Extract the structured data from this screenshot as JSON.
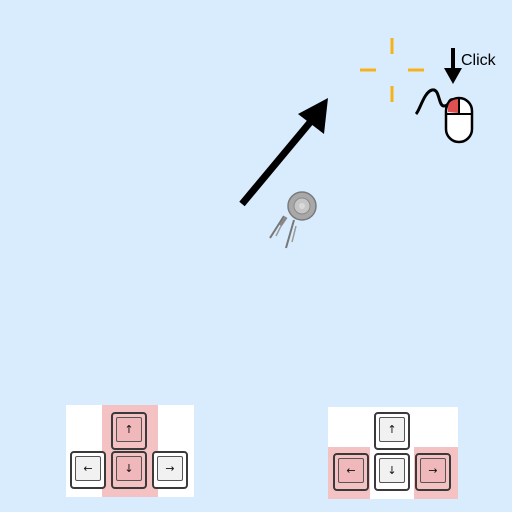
{
  "scene": {
    "background": "#d8ecfe"
  },
  "hint": {
    "click_label": "Click",
    "mouse_accent": "#e05050",
    "crosshair_color": "#f6b21b"
  },
  "keys": {
    "left_cluster": {
      "up": "↑",
      "left": "←",
      "down": "↓",
      "right": "→",
      "highlight": "up-down"
    },
    "right_cluster": {
      "up": "↑",
      "left": "←",
      "down": "↓",
      "right": "→",
      "highlight": "left-right"
    },
    "highlight_color": "#f5c2c4"
  }
}
